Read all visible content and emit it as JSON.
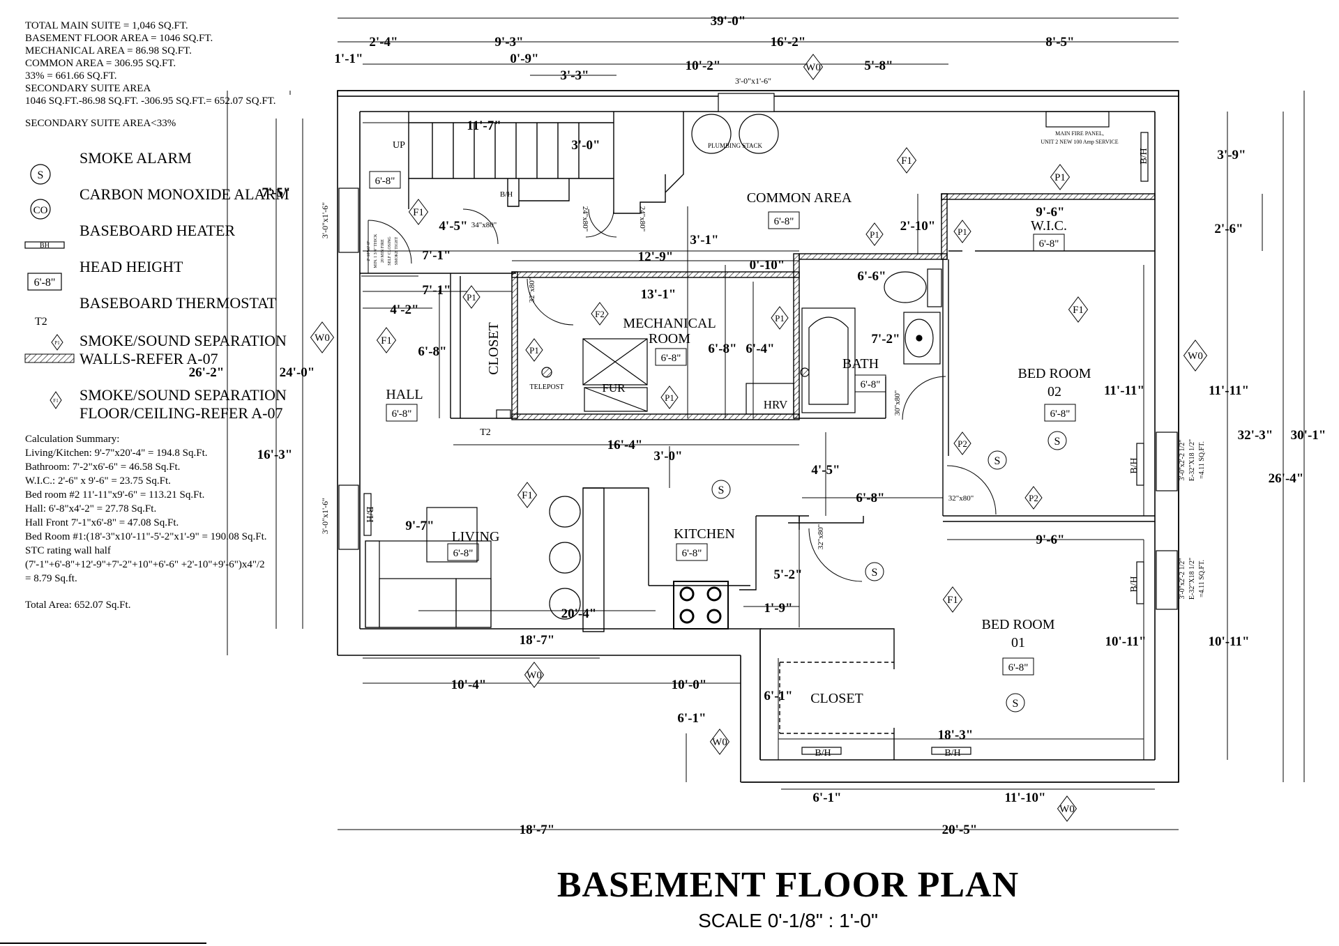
{
  "notes": [
    "TOTAL MAIN SUITE  = 1,046 SQ.FT.",
    "BASEMENT FLOOR AREA = 1046 SQ.FT.",
    "MECHANICAL AREA = 86.98 SQ.FT.",
    "COMMON AREA =  306.95 SQ.FT.",
    "33% = 661.66 SQ.FT.",
    "SECONDARY SUITE AREA",
    "1046 SQ.FT.-86.98 SQ.FT. -306.95 SQ.FT.= 652.07 SQ.FT.",
    "",
    "SECONDARY SUITE AREA<33%"
  ],
  "legend": {
    "smoke_alarm": {
      "symbol": "S",
      "label": "SMOKE ALARM"
    },
    "co_alarm": {
      "symbol": "CO",
      "label": "CARBON MONOXIDE ALARM"
    },
    "baseboard_heater": {
      "symbol": "BH",
      "label": "BASEBOARD HEATER"
    },
    "head_height": {
      "symbol": "6'-8\"",
      "label": "HEAD HEIGHT"
    },
    "thermostat": {
      "symbol": "T2",
      "label": "BASEBOARD THERMOSTAT"
    },
    "wall_sep": {
      "symbol": "P1",
      "label1": "SMOKE/SOUND SEPARATION",
      "label2": "WALLS-REFER A-07"
    },
    "floor_sep": {
      "symbol": "F1",
      "label1": "SMOKE/SOUND SEPARATION",
      "label2": "FLOOR/CEILING-REFER A-07"
    }
  },
  "calc": [
    "Calculation Summary:",
    "Living/Kitchen: 9'-7\"x20'-4\" = 194.8 Sq.Ft.",
    "Bathroom: 7'-2\"x6'-6\" = 46.58 Sq.Ft.",
    "W.I.C.: 2'-6\" x 9'-6\" = 23.75 Sq.Ft.",
    "Bed room #2 11'-11\"x9'-6\" = 113.21 Sq.Ft.",
    "Hall: 6'-8\"x4'-2\" = 27.78 Sq.Ft.",
    "Hall Front 7'-1\"x6'-8\" = 47.08 Sq.Ft.",
    "Bed Room #1:(18'-3\"x10'-11\"-5'-2\"x1'-9\" = 190.08 Sq.Ft.",
    "STC rating wall half",
    "(7'-1\"+6'-8\"+12'-9\"+7'-2\"+10\"+6'-6\" +2'-10\"+9'-6\")x4\"/2",
    "=      8.79 Sq.ft.",
    "",
    "Total Area: 652.07 Sq.Ft."
  ],
  "rooms": {
    "common": "COMMON AREA",
    "mechanical1": "MECHANICAL",
    "mechanical2": "ROOM",
    "bath": "BATH",
    "bed2a": "BED ROOM",
    "bed2b": "02",
    "wic": "W.I.C.",
    "hall": "HALL",
    "closet_v": "CLOSET",
    "living": "LIVING",
    "kitchen": "KITCHEN",
    "bed1a": "BED ROOM",
    "bed1b": "01",
    "closet2": "CLOSET",
    "fur": "FUR",
    "hrv": "HRV",
    "telepost": "TELEPOST",
    "plumbing": "PLUMBING STACK",
    "up": "UP",
    "fire1": "MAIN FIRE PANEL,",
    "fire2": "UNIT 2 NEW 100 Amp SERVICE",
    "door_label1": "2'-10\"x6'-8\"",
    "door_label2": "MIN. 1 3/4\" THICK",
    "door_label3": "20 MIN FIRE",
    "door_label4": "SELF CLOSING",
    "door_label5": "SMOKE TIGHT"
  },
  "head_heights": {
    "stair": "6'-8\"",
    "common": "6'-8\"",
    "wic": "6'-8\"",
    "mech": "6'-8\"",
    "bath": "6'-8\"",
    "bed2": "6'-8\"",
    "hall": "6'-8\"",
    "living": "6'-8\"",
    "kitchen": "6'-8\"",
    "bed1": "6'-8\""
  },
  "dims": {
    "d39": "39'-0\"",
    "d2_4": "2'-4\"",
    "d9_3": "9'-3\"",
    "d16_2": "16'-2\"",
    "d8_5": "8'-5\"",
    "d1_1": "1'-1\"",
    "d0_9": "0'-9\"",
    "d3_3": "3'-3\"",
    "d10_2": "10'-2\"",
    "d5_8": "5'-8\"",
    "d11_7": "11'-7\"",
    "d3_0a": "3'-0\"",
    "d3_9": "3'-9\"",
    "d7_5": "7'-5\"",
    "d4_5a": "4'-5\"",
    "d3_1": "3'-1\"",
    "d2_10": "2'-10\"",
    "d9_6a": "9'-6\"",
    "d2_6": "2'-6\"",
    "d7_1a": "7'-1\"",
    "d12_9": "12'-9\"",
    "d0_10": "0'-10\"",
    "d6_6": "6'-6\"",
    "d7_1b": "7'-1\"",
    "d13_1": "13'-1\"",
    "d4_2": "4'-2\"",
    "d7_2": "7'-2\"",
    "d6_8a": "6'-8\"",
    "d6_8b": "6'-8\"",
    "d6_4": "6'-4\"",
    "d26_2": "26'-2\"",
    "d24_0": "24'-0\"",
    "d11_11a": "11'-11\"",
    "d11_11b": "11'-11\"",
    "d32_3": "32'-3\"",
    "d30_1": "30'-1\"",
    "d26_4": "26'-4\"",
    "d16_3": "16'-3\"",
    "d16_4": "16'-4\"",
    "d3_0b": "3'-0\"",
    "d4_5b": "4'-5\"",
    "d6_8c": "6'-8\"",
    "d9_7": "9'-7\"",
    "d9_6b": "9'-6\"",
    "d5_2": "5'-2\"",
    "d20_4": "20'-4\"",
    "d1_9": "1'-9\"",
    "d18_7a": "18'-7\"",
    "d10_11a": "10'-11\"",
    "d10_11b": "10'-11\"",
    "d10_4": "10'-4\"",
    "d10_0": "10'-0\"",
    "d6_1a": "6'-1\"",
    "d6_1b": "6'-1\"",
    "d18_3": "18'-3\"",
    "d6_1c": "6'-1\"",
    "d11_10": "11'-10\"",
    "d18_7b": "18'-7\"",
    "d20_5": "20'-5\""
  },
  "small_labels": {
    "win_top": "3'-0\"x1'-6\"",
    "win_left1": "3'-0\"x1'-6\"",
    "win_left2": "3'-0\"x1'-6\"",
    "door34": "34\"x80\"",
    "door24a": "24\"x80\"",
    "door24b": "24\"x80\"",
    "door32a": "32\"x80\"",
    "door30": "30\"x80\"",
    "door32b": "32\"x80\"",
    "door32c": "32\"x80\"",
    "egress1a": "3'-0\"x2'-2 1/2\"",
    "egress1b": "E-32\"X18 1/2\"",
    "egress1c": "=4.11 SQ.FT.",
    "egress2a": "3'-0\"x2'-2 1/2\"",
    "egress2b": "E-32\"X18 1/2\"",
    "egress2c": "=4.11 SQ.FT.",
    "bh": "B/H",
    "t2": "T2"
  },
  "tags": {
    "w0": "W0",
    "f1": "F1",
    "f2": "F2",
    "p1": "P1",
    "p2": "P2",
    "s": "S"
  },
  "title": {
    "main": "BASEMENT FLOOR PLAN",
    "scale": "SCALE  0'-1/8\" : 1'-0\""
  }
}
